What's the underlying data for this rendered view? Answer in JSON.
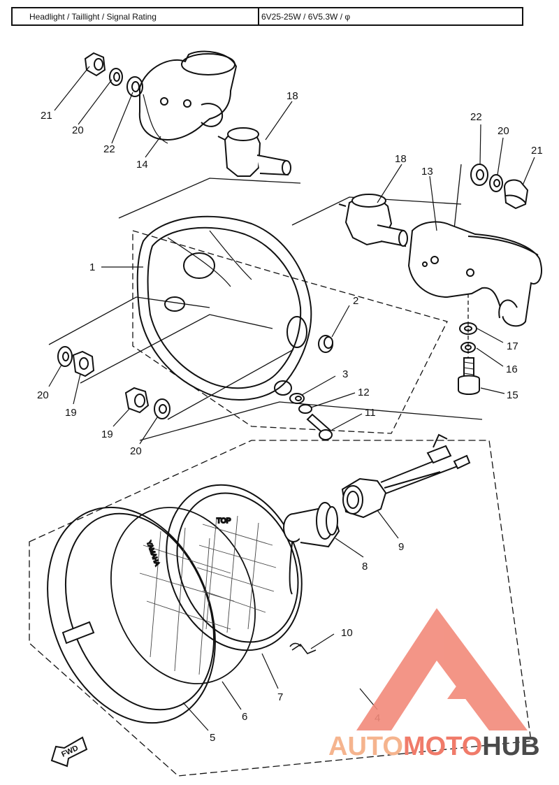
{
  "header": {
    "rating_label": "Headlight / Taillight / Signal Rating",
    "rating_value": "6V25-25W / 6V5.3W / φ"
  },
  "callouts": {
    "c1": "1",
    "c2": "2",
    "c3": "3",
    "c4": "4",
    "c5": "5",
    "c6": "6",
    "c7": "7",
    "c8": "8",
    "c9": "9",
    "c10": "10",
    "c11": "11",
    "c12": "12",
    "c13": "13",
    "c14": "14",
    "c15": "15",
    "c16": "16",
    "c17": "17",
    "c18a": "18",
    "c18b": "18",
    "c19a": "19",
    "c19b": "19",
    "c20a": "20",
    "c20b": "20",
    "c20c": "20",
    "c20d": "20",
    "c21a": "21",
    "c21b": "21",
    "c22a": "22",
    "c22b": "22"
  },
  "lens_text": {
    "top": "TOP",
    "brand": "YAMAHA"
  },
  "fwd_label": "FWD",
  "watermark": {
    "part1": "AUTO",
    "part2": "MOTO",
    "part3": "HUB",
    "color_light": "#f5a48a",
    "color_mid": "#f07b6a",
    "color_dark": "#4a4a4a"
  }
}
